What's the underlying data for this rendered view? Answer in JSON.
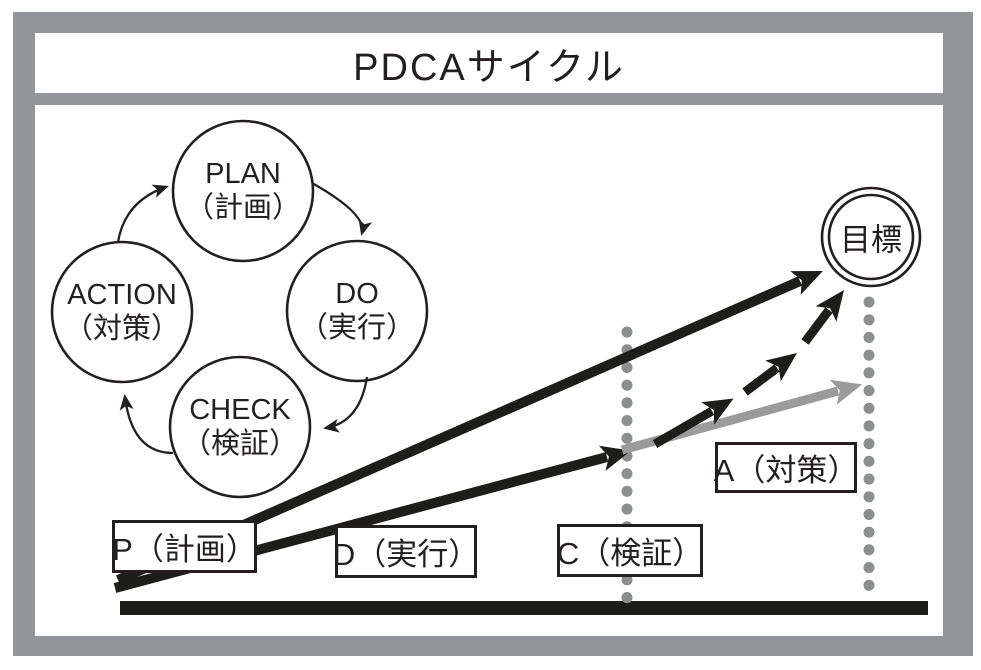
{
  "title": "PDCAサイクル",
  "cycle": {
    "nodes": [
      {
        "id": "plan",
        "en": "PLAN",
        "ja": "（計画）"
      },
      {
        "id": "do",
        "en": "DO",
        "ja": "（実行）"
      },
      {
        "id": "check",
        "en": "CHECK",
        "ja": "（検証）"
      },
      {
        "id": "action",
        "en": "ACTION",
        "ja": "（対策）"
      }
    ]
  },
  "goal": {
    "label": "目標"
  },
  "phases": [
    {
      "id": "p",
      "label": "P（計画）"
    },
    {
      "id": "d",
      "label": "D（実行）"
    },
    {
      "id": "c",
      "label": "C（検証）"
    },
    {
      "id": "a",
      "label": "A（対策）"
    }
  ],
  "colors": {
    "ink": "#231f20",
    "frame_gray": "#939598",
    "dot_gray": "#8c8e90",
    "miss_arrow_gray": "#9b9b9b"
  }
}
